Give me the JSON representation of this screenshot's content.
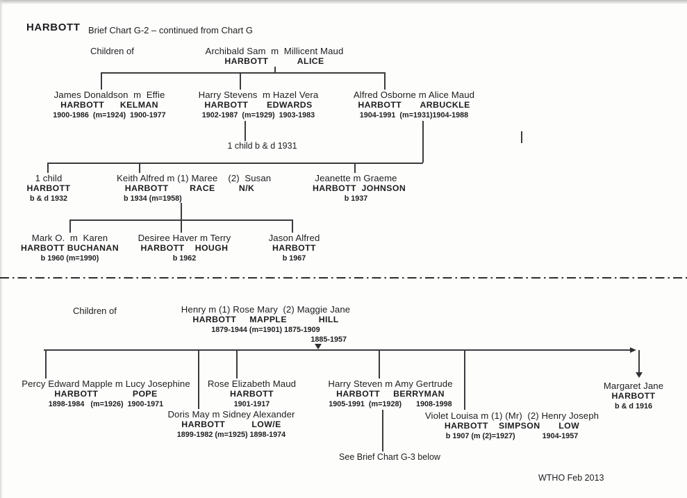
{
  "header": {
    "title": "HARBOTT",
    "subtitle": "Brief Chart G-2 – continued from Chart G"
  },
  "top_chart": {
    "children_of": "Children of",
    "parents": {
      "name": "Archibald Sam  m  Millicent Maud",
      "surname": "HARBOTT           ALICE"
    },
    "gen1": [
      {
        "name": "James Donaldson  m  Effie",
        "surname": "HARBOTT      KELMAN",
        "dates": "1900-1986  (m=1924)  1900-1977"
      },
      {
        "name": "Harry Stevens  m Hazel Vera",
        "surname": "HARBOTT       EDWARDS",
        "dates": "1902-1987  (m=1929)  1903-1983"
      },
      {
        "name": "Alfred Osborne m Alice Maud",
        "surname": "HARBOTT       ARBUCKLE",
        "dates": "1904-1991  (m=1931)1904-1988"
      }
    ],
    "note_1931": "1 child b & d 1931",
    "gen2": [
      {
        "name": "1 child",
        "surname": "HARBOTT",
        "dates": "b & d 1932"
      },
      {
        "name": "Keith Alfred m (1) Maree    (2)  Susan",
        "surname": "HARBOTT        RACE         N/K",
        "dates": "b 1934 (m=1958)"
      },
      {
        "name": "Jeanette m Graeme",
        "surname": "HARBOTT  JOHNSON",
        "dates": "b 1937"
      }
    ],
    "gen3": [
      {
        "name": "Mark O.  m  Karen",
        "surname": "HARBOTT BUCHANAN",
        "dates": "b 1960 (m=1990)"
      },
      {
        "name": "Desiree Haver m Terry",
        "surname": "HARBOTT    HOUGH",
        "dates": "b 1962"
      },
      {
        "name": "Jason Alfred",
        "surname": "HARBOTT",
        "dates": "b 1967"
      }
    ]
  },
  "bottom_chart": {
    "children_of": "Children of",
    "parents": {
      "name": "Henry m (1) Rose Mary  (2) Maggie Jane",
      "surname": "HARBOTT     MAPPLE            HILL",
      "dates": "1879-1944 (m=1901) 1875-1909",
      "dates2": "1885-1957"
    },
    "row1": [
      {
        "name": "Percy Edward Mapple m Lucy Josephine",
        "surname": "HARBOTT             POPE",
        "dates": "1898-1984   (m=1926)  1900-1971"
      },
      {
        "name": "Rose Elizabeth Maud",
        "surname": "HARBOTT",
        "dates": "1901-1917"
      },
      {
        "name": "Harry Steven m Amy Gertrude",
        "surname": "HARBOTT     BERRYMAN",
        "dates": "1905-1991  (m=1928)       1908-1998"
      },
      {
        "name": "Margaret Jane",
        "surname": "HARBOTT",
        "dates": "b & d 1916"
      }
    ],
    "row2": [
      {
        "name": "Doris May m Sidney Alexander",
        "surname": "HARBOTT          LOW/E",
        "dates": "1899-1982 (m=1925) 1898-1974"
      },
      {
        "name": "Violet Louisa m (1) (Mr)  (2) Henry Joseph",
        "surname": "HARBOTT    SIMPSON       LOW",
        "dates": "b 1907 (m (2)=1927)             1904-1957"
      }
    ],
    "note_g3": "See Brief Chart G-3 below"
  },
  "footer": "WTHO Feb 2013"
}
